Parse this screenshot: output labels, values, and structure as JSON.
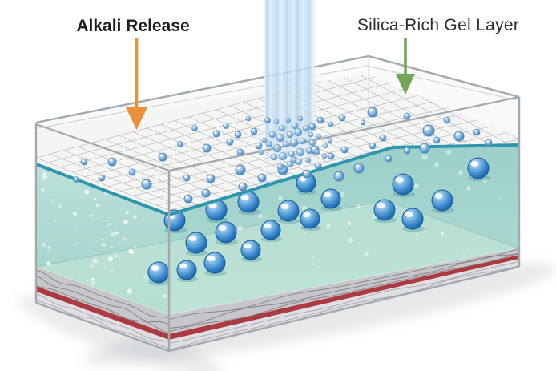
{
  "figure": {
    "labels": {
      "alkali": {
        "text": "Alkali Release",
        "text_color": "#1d1d1d",
        "arrow_color": "#E8913A"
      },
      "silica": {
        "text": "Silica-Rich Gel Layer",
        "text_color": "#2b2b2b",
        "arrow_color": "#73A757"
      }
    },
    "colors": {
      "background": "#FFFFFF",
      "glass_edge": "#A3A8AD",
      "glass_edge_light": "#D2D5D8",
      "glass_top": "#FAFBFC",
      "glass_bottom": "#EFF1F2",
      "mesh_fill": "#F5F5F3",
      "mesh_line": "#AFB3B7",
      "stream_base": "#C9E0F2",
      "stream_stripe_dark": "#AFD0E9",
      "stream_stripe_light": "#DFEDF8",
      "surface_line": "#2E96AC",
      "liquid_left_top": "#BCE0DA",
      "liquid_left_bottom": "#9ED2CA",
      "liquid_right_top": "#9CD0CA",
      "liquid_right_bottom": "#B2DCD2",
      "inner_bottom": "#C8E7D8",
      "inner_bottom_edge": "#86BFAE",
      "liquid_bottom_highlight": "#DDF0E6",
      "sediment_gray": "#C7C7CB",
      "sediment_gray_line": "#75757B",
      "sediment_red": "#AC3A41",
      "sediment_light": "#DFDFE3",
      "sediment_light_line": "#9A9AA0",
      "droplet_edge": "#4F86B6",
      "sphere_edge": "#1A5A99",
      "shadow": "#ADB3BA"
    },
    "mesh_droplets": [
      [
        105,
        202,
        4
      ],
      [
        95,
        224,
        3.5
      ],
      [
        140,
        202,
        5
      ],
      [
        127,
        222,
        4
      ],
      [
        183,
        230,
        6
      ],
      [
        203,
        196,
        5
      ],
      [
        233,
        222,
        4
      ],
      [
        257,
        241,
        5
      ],
      [
        235,
        248,
        5
      ],
      [
        263,
        223,
        5
      ],
      [
        258,
        185,
        5
      ],
      [
        287,
        177,
        4
      ],
      [
        297,
        168,
        4
      ],
      [
        317,
        164,
        4
      ],
      [
        323,
        182,
        4
      ],
      [
        300,
        190,
        4
      ],
      [
        300,
        212,
        6
      ],
      [
        327,
        222,
        5
      ],
      [
        303,
        233,
        5
      ],
      [
        270,
        167,
        4
      ],
      [
        243,
        160,
        3.5
      ],
      [
        390,
        158,
        4
      ],
      [
        400,
        150,
        4
      ],
      [
        413,
        155,
        3
      ],
      [
        427,
        147,
        4
      ],
      [
        393,
        187,
        5
      ],
      [
        413,
        195,
        4
      ],
      [
        430,
        187,
        4
      ],
      [
        353,
        212,
        6
      ],
      [
        367,
        200,
        4
      ],
      [
        383,
        217,
        5
      ],
      [
        397,
        207,
        4
      ],
      [
        423,
        220,
        6
      ],
      [
        465,
        140,
        6
      ],
      [
        508,
        145,
        4
      ],
      [
        453,
        153,
        3
      ],
      [
        558,
        150,
        4
      ],
      [
        535,
        163,
        7
      ],
      [
        573,
        170,
        6
      ],
      [
        478,
        172,
        4
      ],
      [
        465,
        182,
        4
      ],
      [
        485,
        198,
        4
      ],
      [
        530,
        185,
        6
      ],
      [
        508,
        188,
        4
      ],
      [
        448,
        210,
        6
      ],
      [
        610,
        178,
        4
      ],
      [
        334,
        150,
        3.5
      ],
      [
        310,
        148,
        3
      ],
      [
        282,
        157,
        3.5
      ],
      [
        225,
        180,
        3.5
      ],
      [
        165,
        215,
        4
      ],
      [
        545,
        175,
        4
      ],
      [
        595,
        165,
        4
      ]
    ],
    "splash_bubbles": [
      [
        345,
        152,
        3
      ],
      [
        352,
        160,
        4
      ],
      [
        360,
        150,
        3
      ],
      [
        368,
        157,
        4
      ],
      [
        375,
        148,
        3
      ],
      [
        340,
        168,
        4
      ],
      [
        350,
        172,
        5
      ],
      [
        362,
        168,
        4
      ],
      [
        372,
        165,
        5
      ],
      [
        382,
        160,
        4
      ],
      [
        388,
        168,
        3
      ],
      [
        336,
        180,
        4
      ],
      [
        346,
        185,
        5
      ],
      [
        357,
        180,
        4
      ],
      [
        367,
        178,
        5
      ],
      [
        378,
        176,
        4
      ],
      [
        390,
        178,
        4
      ],
      [
        398,
        170,
        3
      ],
      [
        342,
        196,
        4
      ],
      [
        353,
        195,
        5
      ],
      [
        364,
        192,
        4
      ],
      [
        375,
        190,
        5
      ],
      [
        386,
        188,
        4
      ],
      [
        396,
        190,
        3
      ],
      [
        406,
        182,
        3
      ],
      [
        350,
        208,
        4
      ],
      [
        362,
        205,
        4
      ],
      [
        373,
        202,
        4
      ],
      [
        385,
        200,
        3
      ],
      [
        330,
        175,
        3
      ],
      [
        326,
        190,
        3
      ],
      [
        405,
        195,
        3
      ],
      [
        412,
        175,
        3
      ]
    ],
    "liquid_spheres": [
      [
        218,
        275,
        13
      ],
      [
        270,
        262,
        13
      ],
      [
        310,
        252,
        13
      ],
      [
        360,
        263,
        13
      ],
      [
        387,
        273,
        12
      ],
      [
        282,
        290,
        13
      ],
      [
        338,
        287,
        12
      ],
      [
        245,
        303,
        13
      ],
      [
        313,
        312,
        12
      ],
      [
        268,
        328,
        13
      ],
      [
        198,
        340,
        13
      ],
      [
        233,
        337,
        12
      ],
      [
        382,
        228,
        12
      ],
      [
        413,
        248,
        12
      ],
      [
        503,
        230,
        13
      ],
      [
        552,
        250,
        13
      ],
      [
        480,
        262,
        13
      ],
      [
        515,
        273,
        13
      ],
      [
        597,
        210,
        13
      ]
    ],
    "ring_bubbles": [
      [
        530,
        196,
        3
      ],
      [
        545,
        206,
        2
      ],
      [
        560,
        190,
        2.5
      ],
      [
        575,
        216,
        2
      ],
      [
        520,
        232,
        2
      ],
      [
        427,
        243,
        2.5
      ],
      [
        447,
        257,
        2
      ],
      [
        468,
        270,
        2.5
      ],
      [
        410,
        282,
        2
      ],
      [
        437,
        300,
        2.5
      ],
      [
        457,
        317,
        2
      ],
      [
        350,
        247,
        2
      ],
      [
        380,
        260,
        2.5
      ],
      [
        325,
        270,
        2
      ],
      [
        300,
        285,
        2.5
      ],
      [
        585,
        235,
        2
      ],
      [
        605,
        225,
        2.5
      ]
    ],
    "speckles": {
      "left_count": 85,
      "right_count": 30,
      "seed": 11
    }
  }
}
